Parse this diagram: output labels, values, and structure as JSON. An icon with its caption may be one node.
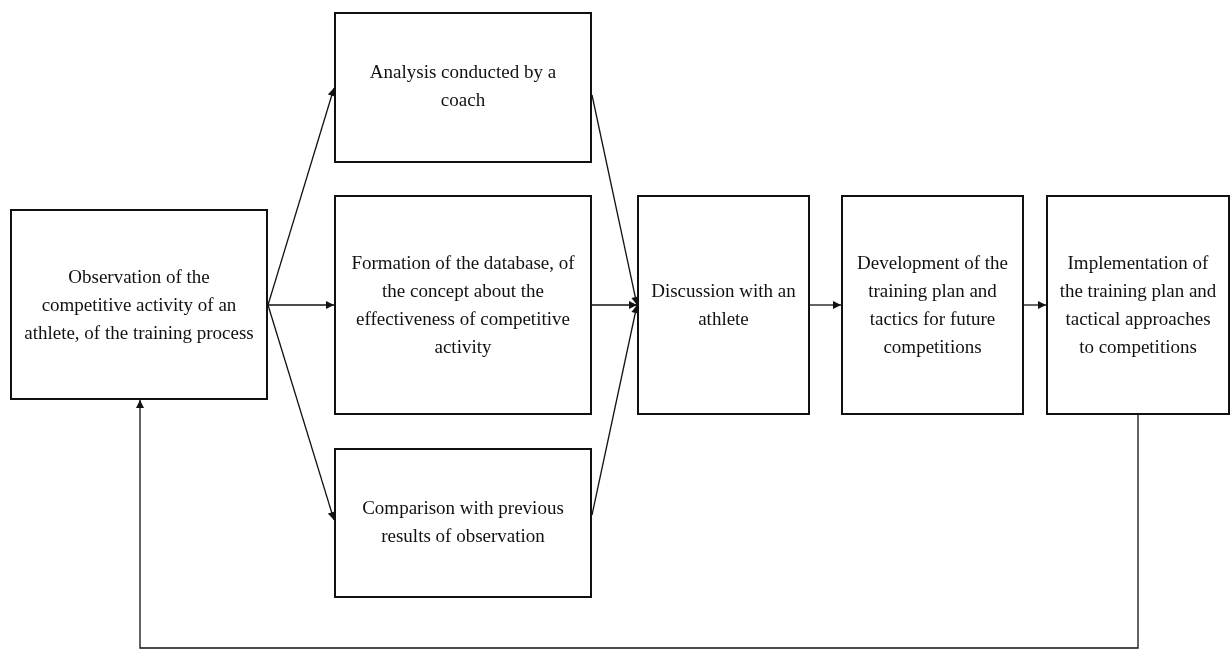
{
  "diagram": {
    "nodes": [
      {
        "text": [
          "Observation of the competitive activity of an athlete, of the training process"
        ]
      },
      {
        "text": [
          "Analysis conducted by a coach"
        ]
      },
      {
        "text": [
          "Formation of the database, of the concept about the effectiveness of competitive activity"
        ]
      },
      {
        "text": [
          "Comparison with previous results of observation"
        ]
      },
      {
        "text": [
          "Discussion with an athlete"
        ]
      },
      {
        "text": [
          "Development of the training plan and tactics for future competitions"
        ]
      },
      {
        "text": [
          "Implementation of the training plan and tactical approaches to competitions"
        ]
      }
    ],
    "edges": [
      {
        "from": 0,
        "to": 1,
        "arrow": "to"
      },
      {
        "from": 0,
        "to": 2,
        "arrow": "to"
      },
      {
        "from": 0,
        "to": 3,
        "arrow": "to"
      },
      {
        "from": 1,
        "to": 4,
        "arrow": "to"
      },
      {
        "from": 2,
        "to": 4,
        "arrow": "to"
      },
      {
        "from": 3,
        "to": 4,
        "arrow": "to"
      },
      {
        "from": 4,
        "to": 5,
        "arrow": "to"
      },
      {
        "from": 5,
        "to": 6,
        "arrow": "to"
      },
      {
        "from": 6,
        "to": 0,
        "arrow": "to"
      }
    ]
  }
}
